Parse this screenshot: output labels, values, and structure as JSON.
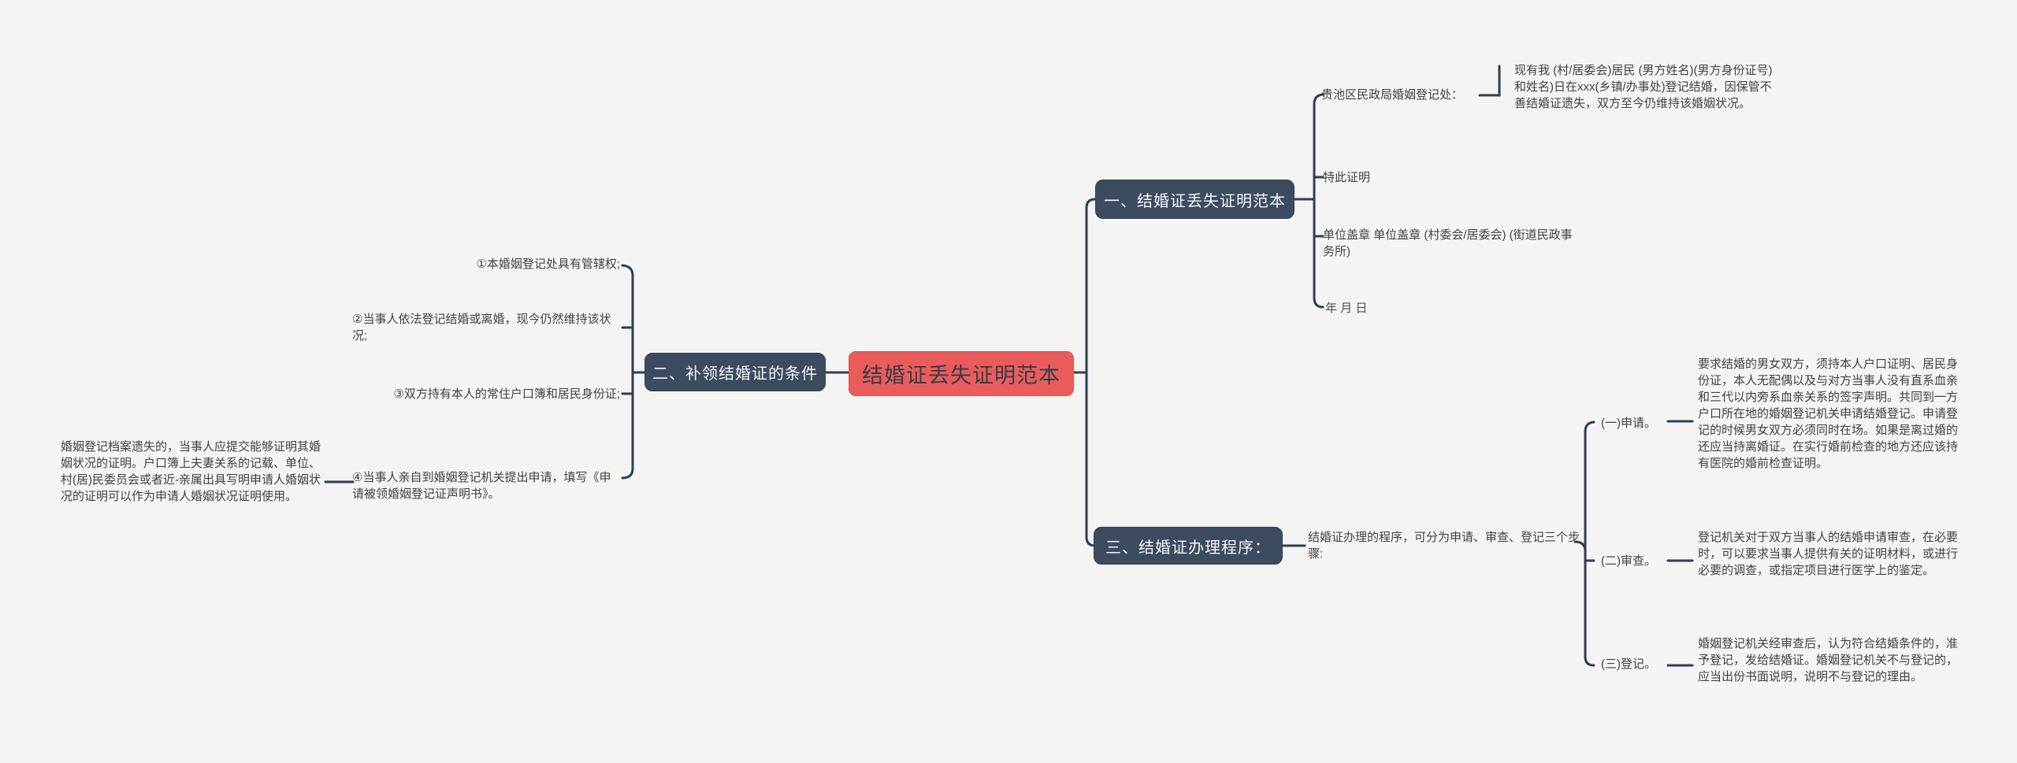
{
  "meta": {
    "diagram_type": "mindmap",
    "background": "#f4f4f2",
    "line_color": "#2e3e54",
    "node_color": "#3d4b61",
    "node_text_color": "#f4f6f8",
    "root_color": "#ea5c5c",
    "root_text_color": "#363d48",
    "body_text_color": "#424242"
  },
  "root": {
    "label": "结婚证丢失证明范本"
  },
  "branch_one": {
    "node": "一、结婚证丢失证明范本",
    "children": [
      {
        "label": "贵池区民政局婚姻登记处：",
        "detail": "现有我 (村/居委会)居民 (男方姓名)(男方身份证号)和姓名)日在xxx(乡镇/办事处)登记结婚，因保管不善结婚证遗失，双方至今仍维持该婚姻状况。"
      },
      {
        "label": "特此证明"
      },
      {
        "label": "单位盖章 单位盖章 (村委会/居委会) (街道民政事务所)"
      },
      {
        "label": "年 月 日"
      }
    ]
  },
  "branch_two": {
    "node": "二、补领结婚证的条件",
    "items": [
      {
        "text": "①本婚姻登记处具有管辖权;"
      },
      {
        "text": "②当事人依法登记结婚或离婚，现今仍然维持该状况;"
      },
      {
        "text": "③双方持有本人的常住户口簿和居民身份证;"
      },
      {
        "text": "④当事人亲自到婚姻登记机关提出申请，填写《申请被领婚姻登记证声明书》。"
      }
    ],
    "note": "婚姻登记档案遗失的，当事人应提交能够证明其婚姻状况的证明。户口簿上夫妻关系的记载、单位、村(居)民委员会或者近-亲属出具写明申请人婚姻状况的证明可以作为申请人婚姻状况证明使用。"
  },
  "branch_three": {
    "node": "三、结婚证办理程序：",
    "intro": "结婚证办理的程序，可分为申请、审查、登记三个步骤:",
    "steps": [
      {
        "label": "(一)申请。",
        "detail": "要求结婚的男女双方，须持本人户口证明、居民身份证，本人无配偶以及与对方当事人没有直系血亲和三代以内旁系血亲关系的签字声明。共同到一方户口所在地的婚姻登记机关申请结婚登记。申请登记的时候男女双方必须同时在场。如果是离过婚的还应当持离婚证。在实行婚前检查的地方还应该持有医院的婚前检查证明。"
      },
      {
        "label": "(二)审查。",
        "detail": "登记机关对于双方当事人的结婚申请审查，在必要时，可以要求当事人提供有关的证明材料，或进行必要的调查，或指定项目进行医学上的鉴定。"
      },
      {
        "label": "(三)登记。",
        "detail": "婚姻登记机关经审查后，认为符合结婚条件的，准予登记，发给结婚证。婚姻登记机关不与登记的，应当出份书面说明，说明不与登记的理由。"
      }
    ]
  }
}
